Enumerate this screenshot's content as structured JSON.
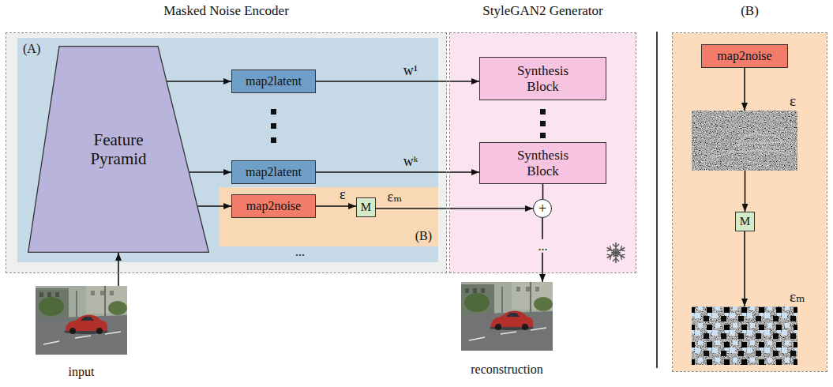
{
  "diagram": {
    "nodes": [
      {
        "text": [
          "Masked Noise Encoder"
        ]
      },
      {
        "text": [
          "(A)"
        ],
        "in": 0
      },
      {
        "text": [
          "Feature Pyramid"
        ],
        "in": 1
      },
      {
        "text": [
          "map2latent"
        ],
        "in": 1
      },
      {
        "text": [
          "map2latent"
        ],
        "in": 1
      },
      {
        "text": [
          "(B)"
        ],
        "in": 1
      },
      {
        "text": [
          "map2noise"
        ],
        "in": 5
      },
      {
        "text": [
          "M"
        ],
        "in": 5
      },
      {
        "text": [
          "StyleGAN2 Generator"
        ]
      },
      {
        "text": [
          "Synthesis Block"
        ],
        "in": 8
      },
      {
        "text": [
          "Synthesis Block"
        ],
        "in": 8
      },
      {
        "text": [
          "+"
        ],
        "in": 8
      },
      {
        "text": [
          "(B)"
        ]
      },
      {
        "text": [
          "map2noise"
        ],
        "in": 12
      },
      {
        "text": [
          "M"
        ],
        "in": 12
      },
      {
        "text": [
          "ε"
        ],
        "in": 12
      },
      {
        "text": [
          "εₘ"
        ],
        "in": 12
      },
      {
        "text": [
          "input"
        ]
      },
      {
        "text": [
          "reconstruction"
        ]
      }
    ],
    "edges": [
      {
        "from": 17,
        "to": 2,
        "arrow": "to"
      },
      {
        "from": 2,
        "to": 3,
        "arrow": "to"
      },
      {
        "from": 2,
        "to": 4,
        "arrow": "to"
      },
      {
        "from": 2,
        "to": 6,
        "arrow": "to"
      },
      {
        "from": 3,
        "to": 9,
        "arrow": "to",
        "label": "w¹"
      },
      {
        "from": 4,
        "to": 10,
        "arrow": "to",
        "label": "wᵏ"
      },
      {
        "from": 6,
        "to": 7,
        "arrow": "to",
        "label": "ε"
      },
      {
        "from": 7,
        "to": 11,
        "arrow": "to",
        "label": "εₘ"
      },
      {
        "from": 10,
        "to": 11,
        "arrow": "none"
      },
      {
        "from": 11,
        "to": 18,
        "arrow": "to"
      },
      {
        "from": 13,
        "to": 15,
        "arrow": "to"
      },
      {
        "from": 15,
        "to": 14,
        "arrow": "to"
      },
      {
        "from": 14,
        "to": 16,
        "arrow": "to"
      }
    ],
    "labels": [
      "...",
      "..."
    ]
  }
}
